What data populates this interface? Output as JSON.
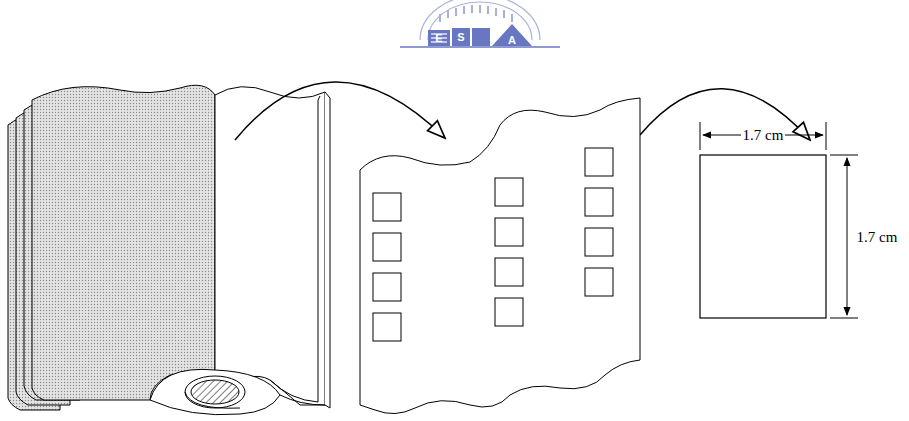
{
  "diagram": {
    "labels": [
      "E",
      "S",
      "A",
      "1.7 cm",
      "1.7 cm"
    ]
  }
}
